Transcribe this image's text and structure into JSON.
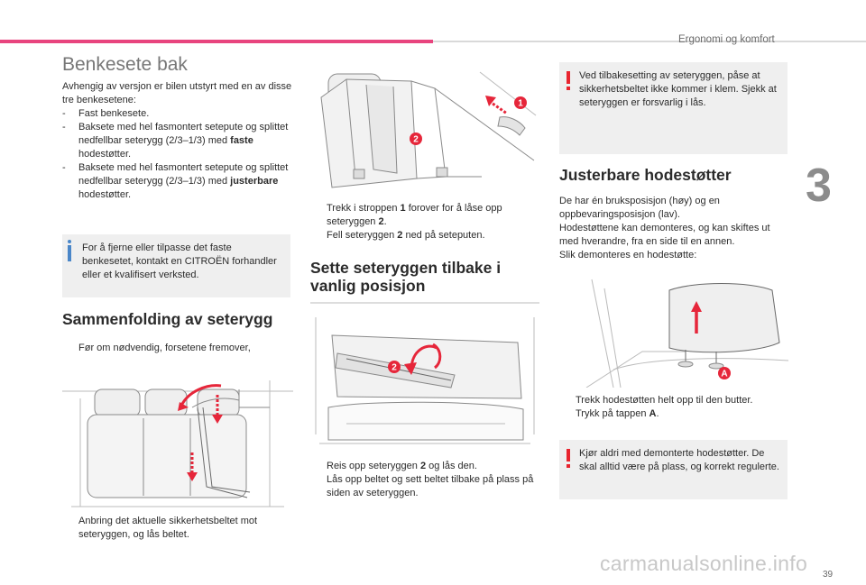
{
  "header": {
    "section_title": "Ergonomi og komfort",
    "chapter": "3",
    "page_number": "39"
  },
  "watermark": "carmanualsonline.info",
  "col1": {
    "title": "Benkesete bak",
    "intro": "Avhengig av versjon er bilen utstyrt med en av disse tre benkesetene:",
    "options": [
      {
        "dash": "-",
        "text": "Fast benkesete."
      },
      {
        "dash": "-",
        "pre": "Baksete med hel fasmontert setepute og splittet nedfellbar seterygg (2/3–1/3) med ",
        "bold": "faste",
        "post": " hodestøtter."
      },
      {
        "dash": "-",
        "pre": "Baksete med hel fasmontert setepute og splittet nedfellbar seterygg (2/3–1/3) med ",
        "bold": "justerbare",
        "post": " hodestøtter."
      }
    ],
    "info_note": "For å fjerne eller tilpasse det faste benkesetet, kontakt en CITROËN forhandler eller et kvalifisert verksted.",
    "heading_fold": "Sammenfolding av seterygg",
    "fold_step1": "Før om nødvendig, forsetene fremover,",
    "fold_step2": "Anbring det aktuelle sikkerhetsbeltet mot seteryggen, og lås beltet."
  },
  "col2": {
    "step_pull_pre": "Trekk i stroppen ",
    "step_pull_num": "1",
    "step_pull_post": " forover for å låse opp seteryggen ",
    "step_pull_num2": "2",
    "step_pull_end": ".",
    "step_fold_pre": "Fell seteryggen ",
    "step_fold_num": "2",
    "step_fold_post": " ned på seteputen.",
    "heading_return": "Sette seteryggen tilbake i vanlig posisjon",
    "step_raise_pre": "Reis opp seteryggen ",
    "step_raise_num": "2",
    "step_raise_post": " og lås den.",
    "step_unlock": "Lås opp beltet og sett beltet tilbake på plass på siden av seteryggen."
  },
  "col3": {
    "warn_note1": "Ved tilbakesetting av seteryggen, påse at sikkerhetsbeltet ikke kommer i klem. Sjekk at seteryggen er forsvarlig i lås.",
    "heading_headrest": "Justerbare hodestøtter",
    "headrest_intro": "De har én bruksposisjon (høy) og en oppbevaringsposisjon (lav).",
    "headrest_text2": "Hodestøttene kan demonteres, og kan skiftes ut med hverandre, fra en side til en annen.",
    "headrest_text3": "Slik demonteres en hodestøtte:",
    "step_headrest_up": "Trekk hodestøtten helt opp til den butter.",
    "step_press_pre": "Trykk på tappen ",
    "step_press_tab": "A",
    "step_press_end": ".",
    "warn_note2": "Kjør aldri med demonterte hodestøtter. De skal alltid være på plass, og korrekt regulerte."
  },
  "figure_markers": {
    "strap": "1",
    "seatback": "2",
    "seatback_trunk": "2",
    "tab": "A"
  },
  "bullet_glyph": "",
  "colors": {
    "accent_pink": "#e8447e",
    "marker_red": "#e6263a",
    "info_blue": "#4a86c8",
    "warning_red": "#e8242e",
    "note_bg": "#efefef"
  }
}
